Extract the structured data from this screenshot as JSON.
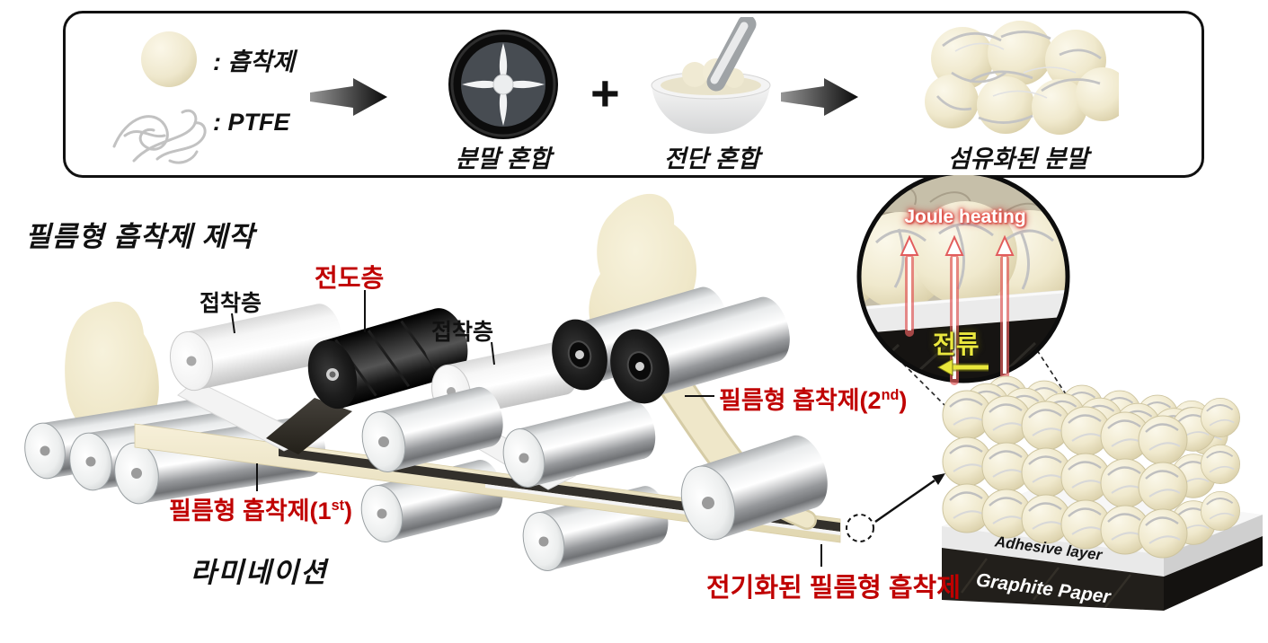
{
  "colors": {
    "label_red": "#c00000",
    "cream": "#f1ead0",
    "current_yellow": "#eae83e",
    "panel_border": "#111111"
  },
  "legend_panel": {
    "adsorbent_label": ": 흡착제",
    "ptfe_label": ": PTFE",
    "steps": {
      "powder_mixing": "분말 혼합",
      "plus": "+",
      "shear_mixing": "전단 혼합",
      "fiberized_powder": "섬유화된 분말"
    },
    "icons": {
      "adsorbent": "adsorbent-sphere-icon",
      "ptfe": "ptfe-fiber-icon",
      "mixer": "blender-blades-icon",
      "mortar": "mortar-pestle-icon",
      "arrow": "process-arrow-icon",
      "cluster": "fiberized-powder-icon"
    }
  },
  "process": {
    "title": "필름형 흡착제 제작",
    "labels": {
      "adhesive_layer_1": "접착층",
      "conductive_layer": "전도층",
      "adhesive_layer_2": "접착층",
      "film_adsorbent_2nd_main": "필름형 흡착제(2",
      "film_adsorbent_2nd_sup": "nd",
      "film_adsorbent_2nd_close": ")",
      "film_adsorbent_1st_main": "필름형 흡착제(1",
      "film_adsorbent_1st_sup": "st",
      "film_adsorbent_1st_close": ")",
      "lamination": "라미네이션",
      "electrified_film": "전기화된 필름형 흡착제"
    }
  },
  "inset": {
    "joule_heating": "Joule heating",
    "current": "전류"
  },
  "stack": {
    "adhesive_layer": "Adhesive layer",
    "graphite_paper": "Graphite Paper"
  }
}
